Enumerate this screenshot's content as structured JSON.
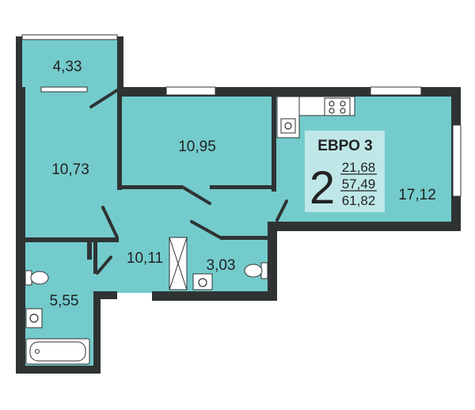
{
  "colors": {
    "room_fill": "#74cbcc",
    "wall": "#2f3334",
    "badge_bg": "#bfe7e8",
    "window": "#ffffff",
    "text": "#222222"
  },
  "rooms": {
    "balcony": {
      "area": "4,33"
    },
    "bedroom_left": {
      "area": "10,73"
    },
    "bedroom_middle": {
      "area": "10,95"
    },
    "kitchen_living": {
      "area": "17,12"
    },
    "hall": {
      "area": "10,11"
    },
    "bathroom": {
      "area": "5,55"
    },
    "toilet": {
      "area": "3,03"
    }
  },
  "badge": {
    "title": "ЕВРО 3",
    "rooms_count": "2",
    "living_area": "21,68",
    "total_area": "57,49",
    "total_with_balcony": "61,82"
  },
  "fixtures": {
    "stove_icon": "stove-icon",
    "sink_icon": "sink-icon",
    "toilet_icon": "toilet-icon",
    "bathtub_icon": "bathtub-icon"
  }
}
